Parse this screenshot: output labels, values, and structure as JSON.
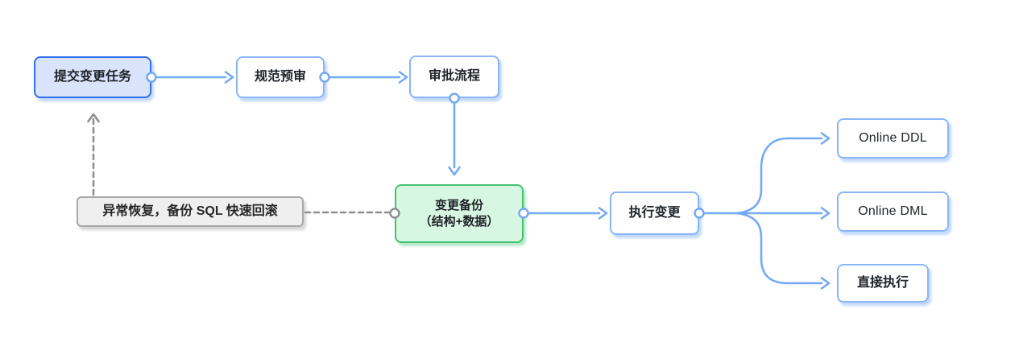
{
  "diagram": {
    "background": "#ffffff",
    "palette": {
      "accent_blue": "#74a9f6",
      "primary_node_border": "#3370eb",
      "primary_node_fill": "#d9e3fa",
      "default_node_border": "#8ab6f8",
      "success_node_border": "#44c272",
      "success_node_fill": "#d8f7e2",
      "note_fill": "#efefef",
      "note_border": "#a9a9a9",
      "dashed_gray": "#8f8f8f",
      "text": "#1f2329"
    },
    "nodes": {
      "submit": {
        "label": "提交变更任务"
      },
      "review": {
        "label": "规范预审"
      },
      "approval": {
        "label": "审批流程"
      },
      "backup": {
        "label_line1": "变更备份",
        "label_line2": "（结构+数据）"
      },
      "execute": {
        "label": "执行变更"
      },
      "online_ddl": {
        "label": "Online DDL"
      },
      "online_dml": {
        "label": "Online DML"
      },
      "direct_exec": {
        "label": "直接执行"
      },
      "recovery_note": {
        "label": "异常恢复，备份 SQL 快速回滚"
      }
    },
    "edges": [
      {
        "from": "submit",
        "to": "review",
        "style": "solid"
      },
      {
        "from": "review",
        "to": "approval",
        "style": "solid"
      },
      {
        "from": "approval",
        "to": "backup",
        "style": "solid"
      },
      {
        "from": "backup",
        "to": "execute",
        "style": "solid"
      },
      {
        "from": "execute",
        "to": "online_ddl",
        "style": "solid"
      },
      {
        "from": "execute",
        "to": "online_dml",
        "style": "solid"
      },
      {
        "from": "execute",
        "to": "direct_exec",
        "style": "solid"
      },
      {
        "from": "recovery_note",
        "to": "submit",
        "style": "dashed"
      },
      {
        "from": "recovery_note",
        "to": "backup",
        "style": "dashed"
      }
    ]
  }
}
